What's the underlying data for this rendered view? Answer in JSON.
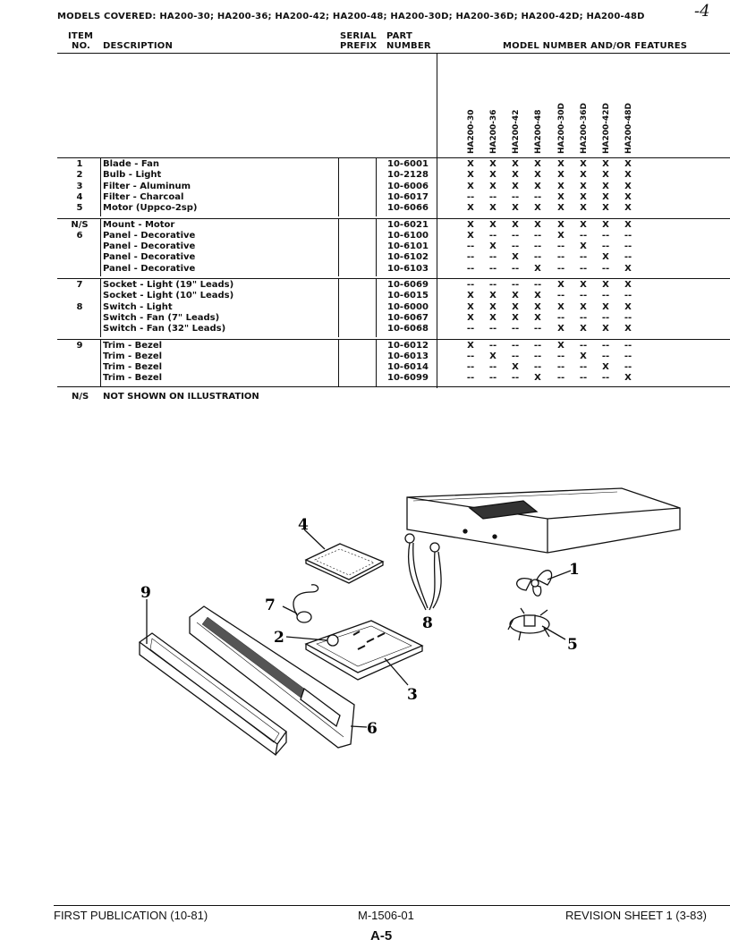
{
  "page": {
    "corner_mark": "-4",
    "models_covered_label": "MODELS COVERED:",
    "models_covered": "HA200-30; HA200-36; HA200-42; HA200-48; HA200-30D; HA200-36D; HA200-42D; HA200-48D"
  },
  "columns": {
    "item_1": "ITEM",
    "item_2": "NO.",
    "description": "DESCRIPTION",
    "serial_1": "SERIAL",
    "serial_2": "PREFIX",
    "part_1": "PART",
    "part_2": "NUMBER",
    "model": "MODEL NUMBER AND/OR FEATURES"
  },
  "models": [
    "HA200-30",
    "HA200-36",
    "HA200-42",
    "HA200-48",
    "HA200-30D",
    "HA200-36D",
    "HA200-42D",
    "HA200-48D"
  ],
  "groups": [
    {
      "rows": [
        {
          "item": "1",
          "desc": "Blade - Fan",
          "part": "10-6001",
          "marks": [
            "X",
            "X",
            "X",
            "X",
            "X",
            "X",
            "X",
            "X"
          ]
        },
        {
          "item": "2",
          "desc": "Bulb - Light",
          "part": "10-2128",
          "marks": [
            "X",
            "X",
            "X",
            "X",
            "X",
            "X",
            "X",
            "X"
          ]
        },
        {
          "item": "3",
          "desc": "Filter - Aluminum",
          "part": "10-6006",
          "marks": [
            "X",
            "X",
            "X",
            "X",
            "X",
            "X",
            "X",
            "X"
          ]
        },
        {
          "item": "4",
          "desc": "Filter - Charcoal",
          "part": "10-6017",
          "marks": [
            "--",
            "--",
            "--",
            "--",
            "X",
            "X",
            "X",
            "X"
          ]
        },
        {
          "item": "5",
          "desc": "Motor (Uppco-2sp)",
          "part": "10-6066",
          "marks": [
            "X",
            "X",
            "X",
            "X",
            "X",
            "X",
            "X",
            "X"
          ]
        }
      ]
    },
    {
      "rows": [
        {
          "item": "N/S",
          "desc": "Mount - Motor",
          "part": "10-6021",
          "marks": [
            "X",
            "X",
            "X",
            "X",
            "X",
            "X",
            "X",
            "X"
          ]
        },
        {
          "item": "6",
          "desc": "Panel - Decorative",
          "part": "10-6100",
          "marks": [
            "X",
            "--",
            "--",
            "--",
            "X",
            "--",
            "--",
            "--"
          ]
        },
        {
          "item": "",
          "desc": "Panel - Decorative",
          "part": "10-6101",
          "marks": [
            "--",
            "X",
            "--",
            "--",
            "--",
            "X",
            "--",
            "--"
          ]
        },
        {
          "item": "",
          "desc": "Panel - Decorative",
          "part": "10-6102",
          "marks": [
            "--",
            "--",
            "X",
            "--",
            "--",
            "--",
            "X",
            "--"
          ]
        },
        {
          "item": "",
          "desc": "Panel - Decorative",
          "part": "10-6103",
          "marks": [
            "--",
            "--",
            "--",
            "X",
            "--",
            "--",
            "--",
            "X"
          ]
        }
      ]
    },
    {
      "rows": [
        {
          "item": "7",
          "desc": "Socket - Light (19\" Leads)",
          "part": "10-6069",
          "marks": [
            "--",
            "--",
            "--",
            "--",
            "X",
            "X",
            "X",
            "X"
          ]
        },
        {
          "item": "",
          "desc": "Socket - Light (10\" Leads)",
          "part": "10-6015",
          "marks": [
            "X",
            "X",
            "X",
            "X",
            "--",
            "--",
            "--",
            "--"
          ]
        },
        {
          "item": "8",
          "desc": "Switch - Light",
          "part": "10-6000",
          "marks": [
            "X",
            "X",
            "X",
            "X",
            "X",
            "X",
            "X",
            "X"
          ]
        },
        {
          "item": "",
          "desc": "Switch - Fan (7\" Leads)",
          "part": "10-6067",
          "marks": [
            "X",
            "X",
            "X",
            "X",
            "--",
            "--",
            "--",
            "--"
          ]
        },
        {
          "item": "",
          "desc": "Switch - Fan (32\" Leads)",
          "part": "10-6068",
          "marks": [
            "--",
            "--",
            "--",
            "--",
            "X",
            "X",
            "X",
            "X"
          ]
        }
      ]
    },
    {
      "rows": [
        {
          "item": "9",
          "desc": "Trim - Bezel",
          "part": "10-6012",
          "marks": [
            "X",
            "--",
            "--",
            "--",
            "X",
            "--",
            "--",
            "--"
          ]
        },
        {
          "item": "",
          "desc": "Trim - Bezel",
          "part": "10-6013",
          "marks": [
            "--",
            "X",
            "--",
            "--",
            "--",
            "X",
            "--",
            "--"
          ]
        },
        {
          "item": "",
          "desc": "Trim - Bezel",
          "part": "10-6014",
          "marks": [
            "--",
            "--",
            "X",
            "--",
            "--",
            "--",
            "X",
            "--"
          ]
        },
        {
          "item": "",
          "desc": "Trim - Bezel",
          "part": "10-6099",
          "marks": [
            "--",
            "--",
            "--",
            "X",
            "--",
            "--",
            "--",
            "X"
          ]
        }
      ]
    }
  ],
  "note": {
    "code": "N/S",
    "text": "NOT SHOWN ON ILLUSTRATION"
  },
  "callouts": {
    "c1": "1",
    "c2": "2",
    "c3": "3",
    "c4": "4",
    "c5": "5",
    "c6": "6",
    "c7": "7",
    "c8": "8",
    "c9": "9"
  },
  "footer": {
    "left": "FIRST PUBLICATION (10-81)",
    "center": "M-1506-01",
    "right": "REVISION SHEET 1 (3-83)",
    "page": "A-5"
  }
}
